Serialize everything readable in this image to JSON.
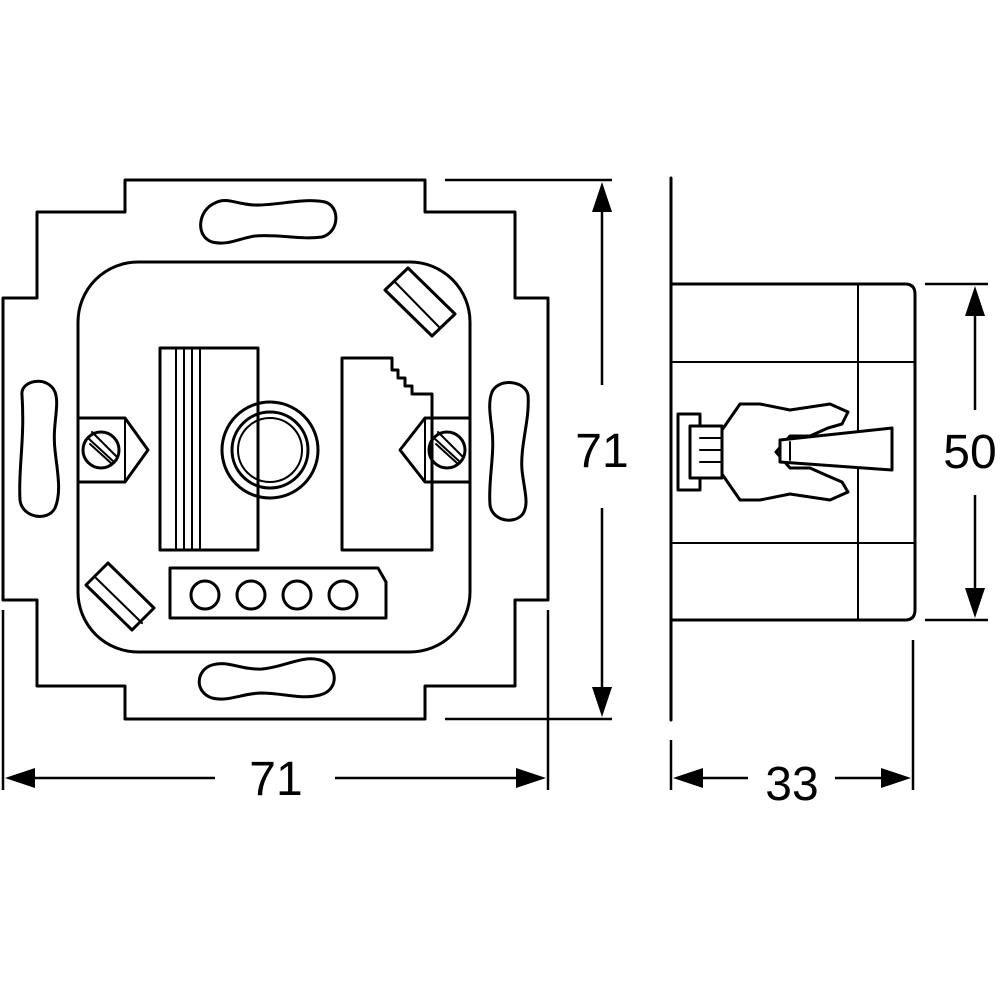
{
  "dimensions": {
    "front_width": "71",
    "front_height": "71",
    "side_depth": "33",
    "side_height": "50"
  }
}
